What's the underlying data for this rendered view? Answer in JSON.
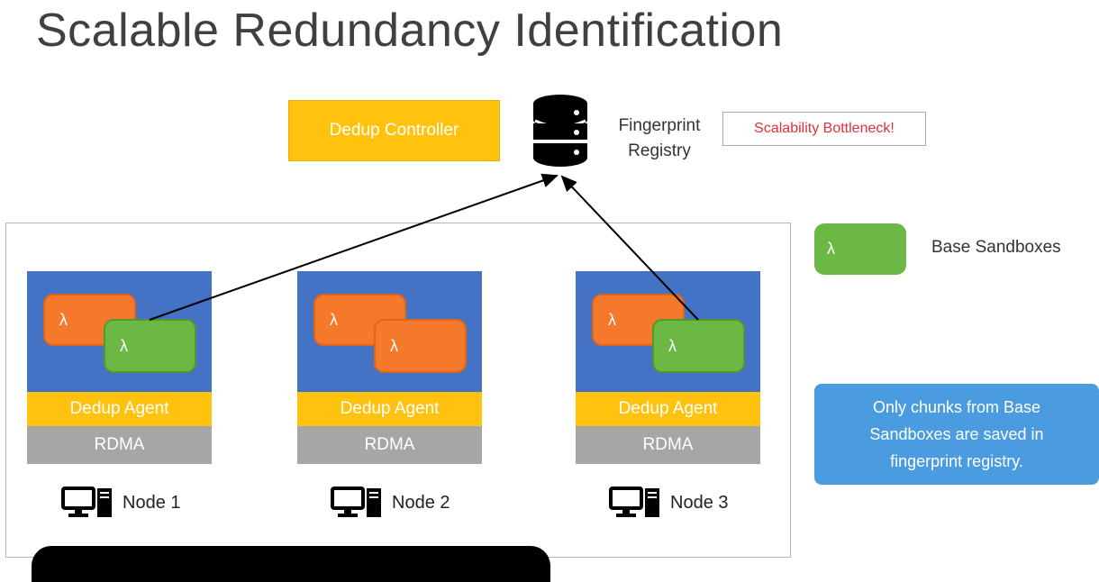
{
  "title": "Scalable Redundancy Identification",
  "controller": {
    "label": "Dedup Controller"
  },
  "registry": {
    "line1": "Fingerprint",
    "line2": "Registry",
    "icon": "database-icon"
  },
  "bottleneck": {
    "label": "Scalability Bottleneck!"
  },
  "nodes": [
    {
      "name": "Node 1",
      "agent": "Dedup Agent",
      "rdma": "RDMA",
      "sandbox_orange": "λ",
      "sandbox_green": "λ"
    },
    {
      "name": "Node 2",
      "agent": "Dedup Agent",
      "rdma": "RDMA",
      "sandbox_orange": "λ",
      "sandbox_orange2": "λ"
    },
    {
      "name": "Node 3",
      "agent": "Dedup Agent",
      "rdma": "RDMA",
      "sandbox_orange": "λ",
      "sandbox_green": "λ"
    }
  ],
  "legend": {
    "symbol": "λ",
    "label": "Base Sandboxes"
  },
  "note": {
    "text": "Only chunks from Base Sandboxes are saved in fingerprint registry."
  },
  "colors": {
    "controller": "#FFC20E",
    "node": "#4472C4",
    "agent": "#FFC20E",
    "rdma": "#A6A6A6",
    "sandbox_orange": "#F4792A",
    "sandbox_green": "#6BB944",
    "note": "#4A9BDF",
    "bottleneck_text": "#E0303A"
  }
}
